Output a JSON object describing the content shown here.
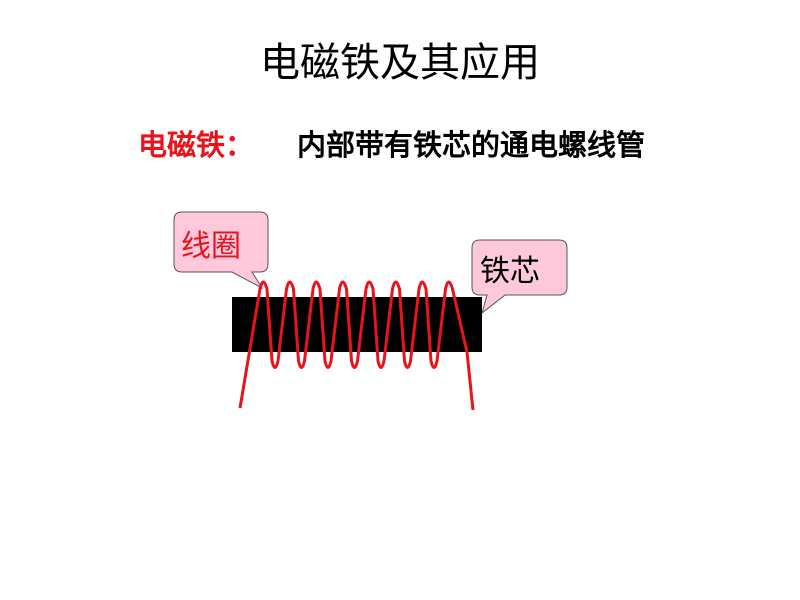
{
  "title": "电磁铁及其应用",
  "definition": {
    "term": "电磁铁：",
    "text": "内部带有铁芯的通电螺线管"
  },
  "diagram": {
    "coil_label": "线圈",
    "core_label": "铁芯",
    "coil_color": "#e8141c",
    "core_color": "#000000",
    "callout_fill": "#ffc8dc",
    "turns": 8
  }
}
